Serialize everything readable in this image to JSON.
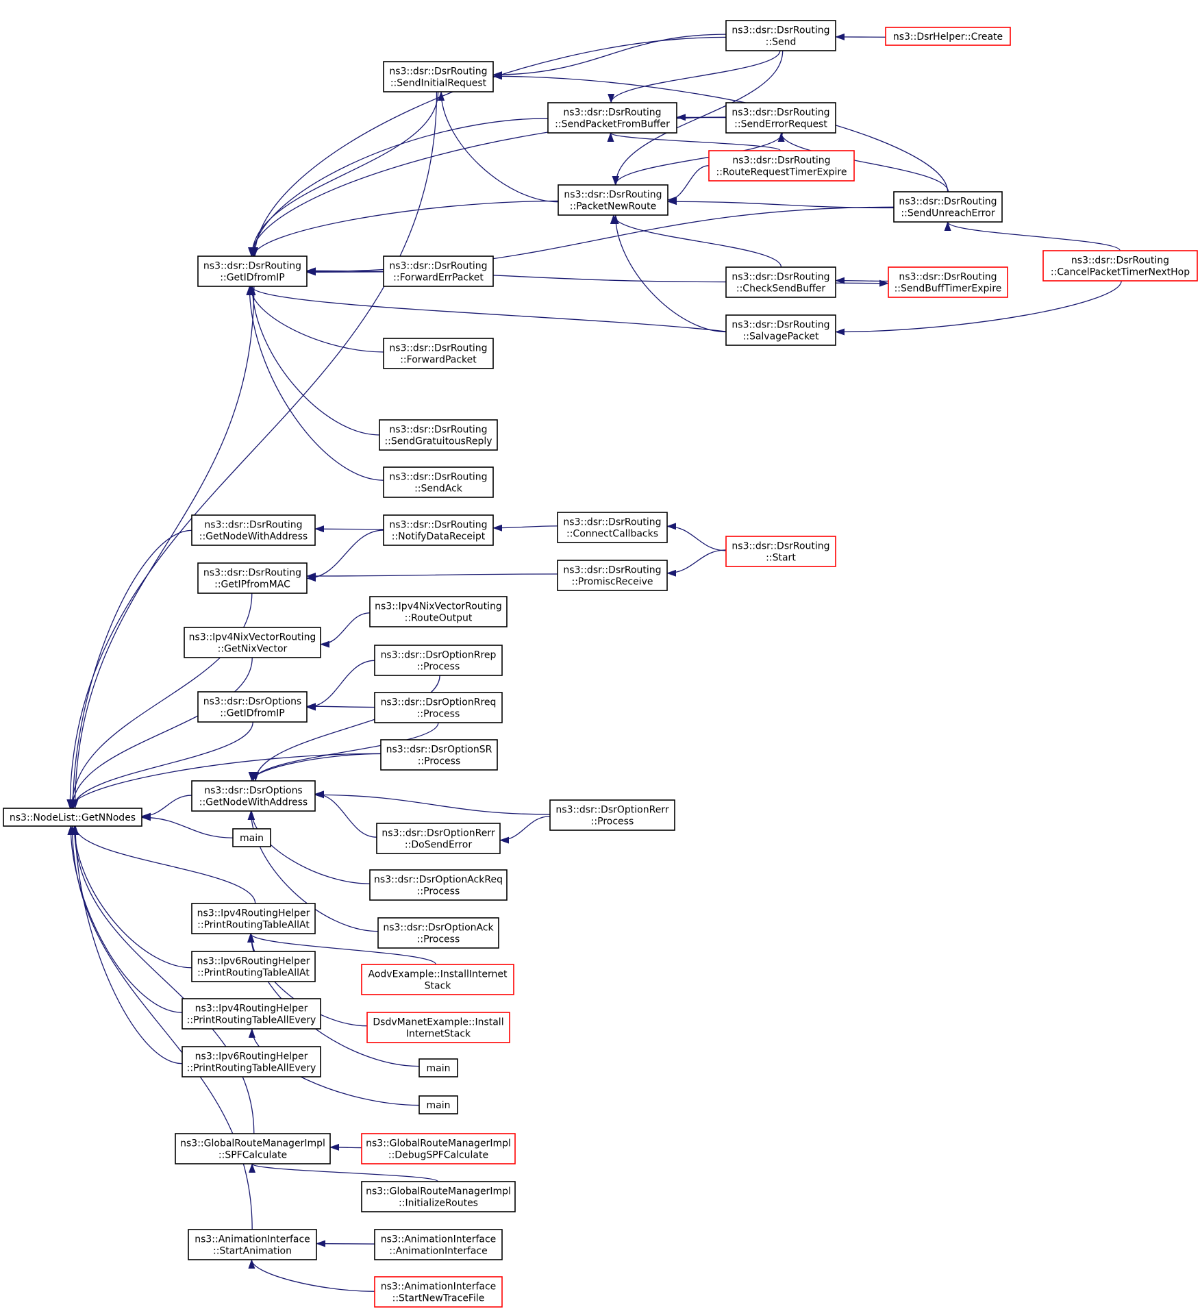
{
  "graph": {
    "nodes": [
      {
        "id": "root",
        "lines": [
          "ns3::NodeList::GetNNodes"
        ],
        "style": "root"
      },
      {
        "id": "dr_GetIDfromIP",
        "lines": [
          "ns3::dsr::DsrRouting",
          "::GetIDfromIP"
        ],
        "style": "normal"
      },
      {
        "id": "dr_SendInitialRequest",
        "lines": [
          "ns3::dsr::DsrRouting",
          "::SendInitialRequest"
        ],
        "style": "normal"
      },
      {
        "id": "dr_Send",
        "lines": [
          "ns3::dsr::DsrRouting",
          "::Send"
        ],
        "style": "normal"
      },
      {
        "id": "helper_Create",
        "lines": [
          "ns3::DsrHelper::Create"
        ],
        "style": "truncated"
      },
      {
        "id": "dr_SendPacketFromBuffer",
        "lines": [
          "ns3::dsr::DsrRouting",
          "::SendPacketFromBuffer"
        ],
        "style": "normal"
      },
      {
        "id": "dr_SendErrorRequest",
        "lines": [
          "ns3::dsr::DsrRouting",
          "::SendErrorRequest"
        ],
        "style": "normal"
      },
      {
        "id": "dr_RouteRequestTimerExpire",
        "lines": [
          "ns3::dsr::DsrRouting",
          "::RouteRequestTimerExpire"
        ],
        "style": "truncated"
      },
      {
        "id": "dr_PacketNewRoute",
        "lines": [
          "ns3::dsr::DsrRouting",
          "::PacketNewRoute"
        ],
        "style": "normal"
      },
      {
        "id": "dr_SendUnreachError",
        "lines": [
          "ns3::dsr::DsrRouting",
          "::SendUnreachError"
        ],
        "style": "normal"
      },
      {
        "id": "dr_CancelPacketTimerNextHop",
        "lines": [
          "ns3::dsr::DsrRouting",
          "::CancelPacketTimerNextHop"
        ],
        "style": "truncated"
      },
      {
        "id": "dr_ForwardErrPacket",
        "lines": [
          "ns3::dsr::DsrRouting",
          "::ForwardErrPacket"
        ],
        "style": "normal"
      },
      {
        "id": "dr_CheckSendBuffer",
        "lines": [
          "ns3::dsr::DsrRouting",
          "::CheckSendBuffer"
        ],
        "style": "normal"
      },
      {
        "id": "dr_SendBuffTimerExpire",
        "lines": [
          "ns3::dsr::DsrRouting",
          "::SendBuffTimerExpire"
        ],
        "style": "truncated"
      },
      {
        "id": "dr_SalvagePacket",
        "lines": [
          "ns3::dsr::DsrRouting",
          "::SalvagePacket"
        ],
        "style": "normal"
      },
      {
        "id": "dr_ForwardPacket",
        "lines": [
          "ns3::dsr::DsrRouting",
          "::ForwardPacket"
        ],
        "style": "normal"
      },
      {
        "id": "dr_SendGratuitousReply",
        "lines": [
          "ns3::dsr::DsrRouting",
          "::SendGratuitousReply"
        ],
        "style": "normal"
      },
      {
        "id": "dr_SendAck",
        "lines": [
          "ns3::dsr::DsrRouting",
          "::SendAck"
        ],
        "style": "normal"
      },
      {
        "id": "dr_GetNodeWithAddress",
        "lines": [
          "ns3::dsr::DsrRouting",
          "::GetNodeWithAddress"
        ],
        "style": "normal"
      },
      {
        "id": "dr_NotifyDataReceipt",
        "lines": [
          "ns3::dsr::DsrRouting",
          "::NotifyDataReceipt"
        ],
        "style": "normal"
      },
      {
        "id": "dr_ConnectCallbacks",
        "lines": [
          "ns3::dsr::DsrRouting",
          "::ConnectCallbacks"
        ],
        "style": "normal"
      },
      {
        "id": "dr_Start",
        "lines": [
          "ns3::dsr::DsrRouting",
          "::Start"
        ],
        "style": "truncated"
      },
      {
        "id": "dr_GetIPfromMAC",
        "lines": [
          "ns3::dsr::DsrRouting",
          "::GetIPfromMAC"
        ],
        "style": "normal"
      },
      {
        "id": "dr_PromiscReceive",
        "lines": [
          "ns3::dsr::DsrRouting",
          "::PromiscReceive"
        ],
        "style": "normal"
      },
      {
        "id": "nix_RouteOutput",
        "lines": [
          "ns3::Ipv4NixVectorRouting",
          "::RouteOutput"
        ],
        "style": "normal"
      },
      {
        "id": "nix_GetNixVector",
        "lines": [
          "ns3::Ipv4NixVectorRouting",
          "::GetNixVector"
        ],
        "style": "normal"
      },
      {
        "id": "rrep_Process",
        "lines": [
          "ns3::dsr::DsrOptionRrep",
          "::Process"
        ],
        "style": "normal"
      },
      {
        "id": "do_GetIDfromIP",
        "lines": [
          "ns3::dsr::DsrOptions",
          "::GetIDfromIP"
        ],
        "style": "normal"
      },
      {
        "id": "rreq_Process",
        "lines": [
          "ns3::dsr::DsrOptionRreq",
          "::Process"
        ],
        "style": "normal"
      },
      {
        "id": "sr_Process",
        "lines": [
          "ns3::dsr::DsrOptionSR",
          "::Process"
        ],
        "style": "normal"
      },
      {
        "id": "do_GetNodeWithAddress",
        "lines": [
          "ns3::dsr::DsrOptions",
          "::GetNodeWithAddress"
        ],
        "style": "normal"
      },
      {
        "id": "rerr_Process",
        "lines": [
          "ns3::dsr::DsrOptionRerr",
          "::Process"
        ],
        "style": "normal"
      },
      {
        "id": "main1",
        "lines": [
          "main"
        ],
        "style": "normal"
      },
      {
        "id": "rerr_DoSendError",
        "lines": [
          "ns3::dsr::DsrOptionRerr",
          "::DoSendError"
        ],
        "style": "normal"
      },
      {
        "id": "ackreq_Process",
        "lines": [
          "ns3::dsr::DsrOptionAckReq",
          "::Process"
        ],
        "style": "normal"
      },
      {
        "id": "ack_Process",
        "lines": [
          "ns3::dsr::DsrOptionAck",
          "::Process"
        ],
        "style": "normal"
      },
      {
        "id": "v4_PrintAllAt",
        "lines": [
          "ns3::Ipv4RoutingHelper",
          "::PrintRoutingTableAllAt"
        ],
        "style": "normal"
      },
      {
        "id": "aodv_Install",
        "lines": [
          "AodvExample::InstallInternet",
          "Stack"
        ],
        "style": "truncated"
      },
      {
        "id": "v6_PrintAllAt",
        "lines": [
          "ns3::Ipv6RoutingHelper",
          "::PrintRoutingTableAllAt"
        ],
        "style": "normal"
      },
      {
        "id": "dsdv_Install",
        "lines": [
          "DsdvManetExample::Install",
          "InternetStack"
        ],
        "style": "truncated"
      },
      {
        "id": "v4_PrintAllEvery",
        "lines": [
          "ns3::Ipv4RoutingHelper",
          "::PrintRoutingTableAllEvery"
        ],
        "style": "normal"
      },
      {
        "id": "main2",
        "lines": [
          "main"
        ],
        "style": "normal"
      },
      {
        "id": "v6_PrintAllEvery",
        "lines": [
          "ns3::Ipv6RoutingHelper",
          "::PrintRoutingTableAllEvery"
        ],
        "style": "normal"
      },
      {
        "id": "main3",
        "lines": [
          "main"
        ],
        "style": "normal"
      },
      {
        "id": "grm_SPFCalculate",
        "lines": [
          "ns3::GlobalRouteManagerImpl",
          "::SPFCalculate"
        ],
        "style": "normal"
      },
      {
        "id": "grm_DebugSPFCalculate",
        "lines": [
          "ns3::GlobalRouteManagerImpl",
          "::DebugSPFCalculate"
        ],
        "style": "truncated"
      },
      {
        "id": "grm_InitializeRoutes",
        "lines": [
          "ns3::GlobalRouteManagerImpl",
          "::InitializeRoutes"
        ],
        "style": "normal"
      },
      {
        "id": "anim_StartAnimation",
        "lines": [
          "ns3::AnimationInterface",
          "::StartAnimation"
        ],
        "style": "normal"
      },
      {
        "id": "anim_AnimationInterface",
        "lines": [
          "ns3::AnimationInterface",
          "::AnimationInterface"
        ],
        "style": "normal"
      },
      {
        "id": "anim_StartNewTraceFile",
        "lines": [
          "ns3::AnimationInterface",
          "::StartNewTraceFile"
        ],
        "style": "truncated"
      }
    ],
    "edges": [
      {
        "from": "root",
        "to": "dr_GetIDfromIP"
      },
      {
        "from": "root",
        "to": "dr_SendInitialRequest"
      },
      {
        "from": "root",
        "to": "dr_GetNodeWithAddress"
      },
      {
        "from": "root",
        "to": "dr_GetIPfromMAC"
      },
      {
        "from": "root",
        "to": "nix_GetNixVector"
      },
      {
        "from": "root",
        "to": "do_GetIDfromIP"
      },
      {
        "from": "root",
        "to": "sr_Process"
      },
      {
        "from": "root",
        "to": "do_GetNodeWithAddress"
      },
      {
        "from": "root",
        "to": "main1"
      },
      {
        "from": "root",
        "to": "v4_PrintAllAt"
      },
      {
        "from": "root",
        "to": "v6_PrintAllAt"
      },
      {
        "from": "root",
        "to": "v4_PrintAllEvery"
      },
      {
        "from": "root",
        "to": "v6_PrintAllEvery"
      },
      {
        "from": "root",
        "to": "grm_SPFCalculate"
      },
      {
        "from": "root",
        "to": "anim_StartAnimation"
      },
      {
        "from": "dr_GetIDfromIP",
        "to": "dr_Send"
      },
      {
        "from": "dr_GetIDfromIP",
        "to": "dr_SendInitialRequest"
      },
      {
        "from": "dr_GetIDfromIP",
        "to": "dr_SendPacketFromBuffer"
      },
      {
        "from": "dr_GetIDfromIP",
        "to": "dr_SendErrorRequest"
      },
      {
        "from": "dr_GetIDfromIP",
        "to": "dr_PacketNewRoute"
      },
      {
        "from": "dr_GetIDfromIP",
        "to": "dr_SendUnreachError"
      },
      {
        "from": "dr_GetIDfromIP",
        "to": "dr_ForwardErrPacket"
      },
      {
        "from": "dr_GetIDfromIP",
        "to": "dr_CheckSendBuffer"
      },
      {
        "from": "dr_GetIDfromIP",
        "to": "dr_ForwardPacket"
      },
      {
        "from": "dr_GetIDfromIP",
        "to": "dr_SalvagePacket"
      },
      {
        "from": "dr_GetIDfromIP",
        "to": "dr_SendGratuitousReply"
      },
      {
        "from": "dr_GetIDfromIP",
        "to": "dr_SendAck"
      },
      {
        "from": "dr_SendInitialRequest",
        "to": "dr_Send"
      },
      {
        "from": "dr_SendInitialRequest",
        "to": "dr_SendUnreachError"
      },
      {
        "from": "dr_SendInitialRequest",
        "to": "dr_PacketNewRoute"
      },
      {
        "from": "dr_Send",
        "to": "helper_Create"
      },
      {
        "from": "dr_SendPacketFromBuffer",
        "to": "dr_Send"
      },
      {
        "from": "dr_SendPacketFromBuffer",
        "to": "dr_SendErrorRequest"
      },
      {
        "from": "dr_SendPacketFromBuffer",
        "to": "dr_RouteRequestTimerExpire"
      },
      {
        "from": "dr_SendErrorRequest",
        "to": "dr_SendUnreachError"
      },
      {
        "from": "dr_PacketNewRoute",
        "to": "dr_Send"
      },
      {
        "from": "dr_PacketNewRoute",
        "to": "dr_SendErrorRequest"
      },
      {
        "from": "dr_PacketNewRoute",
        "to": "dr_RouteRequestTimerExpire"
      },
      {
        "from": "dr_PacketNewRoute",
        "to": "dr_SendUnreachError"
      },
      {
        "from": "dr_PacketNewRoute",
        "to": "dr_CheckSendBuffer"
      },
      {
        "from": "dr_PacketNewRoute",
        "to": "dr_SalvagePacket"
      },
      {
        "from": "dr_SendUnreachError",
        "to": "dr_CancelPacketTimerNextHop"
      },
      {
        "from": "dr_CheckSendBuffer",
        "to": "dr_SendBuffTimerExpire"
      },
      {
        "from": "dr_SendBuffTimerExpire",
        "to": "dr_CheckSendBuffer"
      },
      {
        "from": "dr_SalvagePacket",
        "to": "dr_CancelPacketTimerNextHop"
      },
      {
        "from": "dr_GetNodeWithAddress",
        "to": "dr_NotifyDataReceipt"
      },
      {
        "from": "dr_GetIPfromMAC",
        "to": "dr_NotifyDataReceipt"
      },
      {
        "from": "dr_GetIPfromMAC",
        "to": "dr_PromiscReceive"
      },
      {
        "from": "dr_NotifyDataReceipt",
        "to": "dr_ConnectCallbacks"
      },
      {
        "from": "dr_ConnectCallbacks",
        "to": "dr_Start"
      },
      {
        "from": "dr_PromiscReceive",
        "to": "dr_Start"
      },
      {
        "from": "nix_GetNixVector",
        "to": "nix_RouteOutput"
      },
      {
        "from": "do_GetIDfromIP",
        "to": "rrep_Process"
      },
      {
        "from": "do_GetIDfromIP",
        "to": "rreq_Process"
      },
      {
        "from": "do_GetNodeWithAddress",
        "to": "rrep_Process"
      },
      {
        "from": "do_GetNodeWithAddress",
        "to": "rreq_Process"
      },
      {
        "from": "do_GetNodeWithAddress",
        "to": "sr_Process"
      },
      {
        "from": "do_GetNodeWithAddress",
        "to": "rerr_Process"
      },
      {
        "from": "do_GetNodeWithAddress",
        "to": "rerr_DoSendError"
      },
      {
        "from": "do_GetNodeWithAddress",
        "to": "ackreq_Process"
      },
      {
        "from": "do_GetNodeWithAddress",
        "to": "ack_Process"
      },
      {
        "from": "rerr_DoSendError",
        "to": "rerr_Process"
      },
      {
        "from": "v4_PrintAllAt",
        "to": "aodv_Install"
      },
      {
        "from": "v4_PrintAllAt",
        "to": "dsdv_Install"
      },
      {
        "from": "v4_PrintAllAt",
        "to": "main2"
      },
      {
        "from": "v4_PrintAllEvery",
        "to": "main3"
      },
      {
        "from": "grm_SPFCalculate",
        "to": "grm_DebugSPFCalculate"
      },
      {
        "from": "grm_SPFCalculate",
        "to": "grm_InitializeRoutes"
      },
      {
        "from": "anim_StartAnimation",
        "to": "anim_AnimationInterface"
      },
      {
        "from": "anim_StartAnimation",
        "to": "anim_StartNewTraceFile"
      }
    ]
  },
  "colors": {
    "edge": "#191970",
    "border": "#000000",
    "truncated_border": "#ff0000",
    "root_fill": "#bfbfbf",
    "text": "#000000"
  }
}
